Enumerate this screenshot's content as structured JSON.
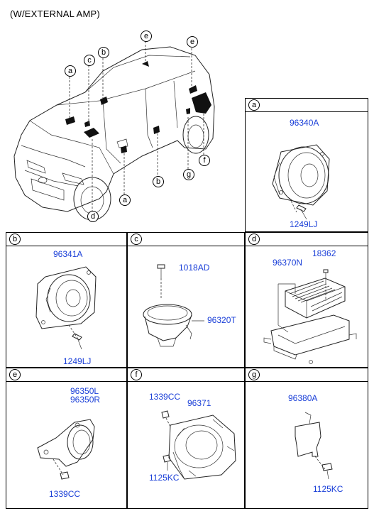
{
  "title": "(W/EXTERNAL AMP)",
  "car_callouts": [
    "e",
    "a",
    "c",
    "b",
    "e",
    "g",
    "f",
    "b",
    "a",
    "d"
  ],
  "panels": {
    "a": {
      "letter": "a",
      "parts": [
        "96340A",
        "1249LJ"
      ]
    },
    "b": {
      "letter": "b",
      "parts": [
        "96341A",
        "1249LJ"
      ]
    },
    "c": {
      "letter": "c",
      "parts": [
        "1018AD",
        "96320T"
      ]
    },
    "d": {
      "letter": "d",
      "parts": [
        "18362",
        "96370N"
      ]
    },
    "e": {
      "letter": "e",
      "parts": [
        "96350L",
        "96350R",
        "1339CC"
      ]
    },
    "f": {
      "letter": "f",
      "parts": [
        "1339CC",
        "96371",
        "1125KC"
      ]
    },
    "g": {
      "letter": "g",
      "parts": [
        "96380A",
        "1125KC"
      ]
    }
  },
  "colors": {
    "part_number": "#1a3fd8",
    "line": "#000000"
  }
}
